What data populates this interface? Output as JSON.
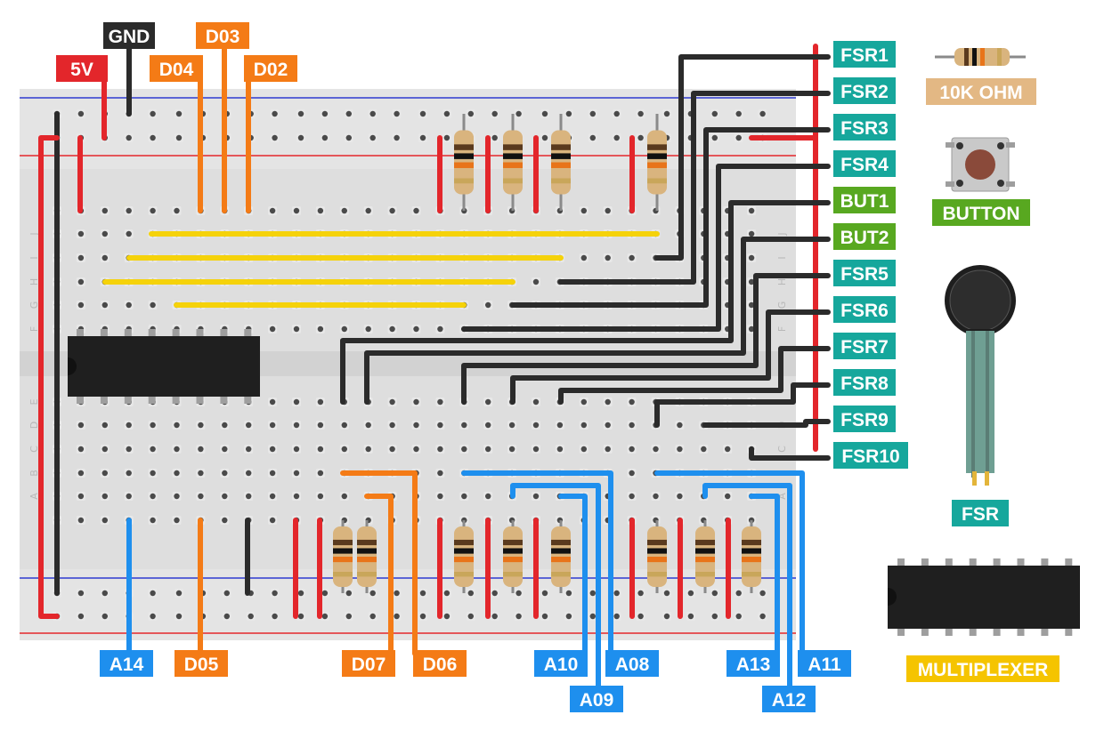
{
  "colors": {
    "red": "#e3262b",
    "black": "#2b2b2b",
    "orange": "#f47b16",
    "blue": "#1e8fee",
    "yellow": "#f5d20a",
    "teal": "#16a79c",
    "green": "#58a820",
    "resistor_tag": "#e3b884",
    "chip_tag": "#f5c400",
    "breadboard": "#dedede",
    "rail_blue": "#2f3bd0",
    "rail_red": "#e3262b"
  },
  "top_labels": {
    "gnd": "GND",
    "five_v": "5V",
    "d03": "D03",
    "d04": "D04",
    "d02": "D02"
  },
  "bottom_labels": {
    "a14": "A14",
    "d05": "D05",
    "d07": "D07",
    "d06": "D06",
    "a10": "A10",
    "a08": "A08",
    "a09": "A09",
    "a13": "A13",
    "a11": "A11",
    "a12": "A12"
  },
  "side_labels": [
    "FSR1",
    "FSR2",
    "FSR3",
    "FSR4",
    "BUT1",
    "BUT2",
    "FSR5",
    "FSR6",
    "FSR7",
    "FSR8",
    "FSR9",
    "FSR10"
  ],
  "row_letters": [
    "J",
    "I",
    "H",
    "G",
    "F",
    "E",
    "D",
    "C",
    "B",
    "A"
  ],
  "legend": {
    "resistor": "10K OHM",
    "button": "BUTTON",
    "fsr": "FSR",
    "multiplexer": "MULTIPLEXER"
  }
}
